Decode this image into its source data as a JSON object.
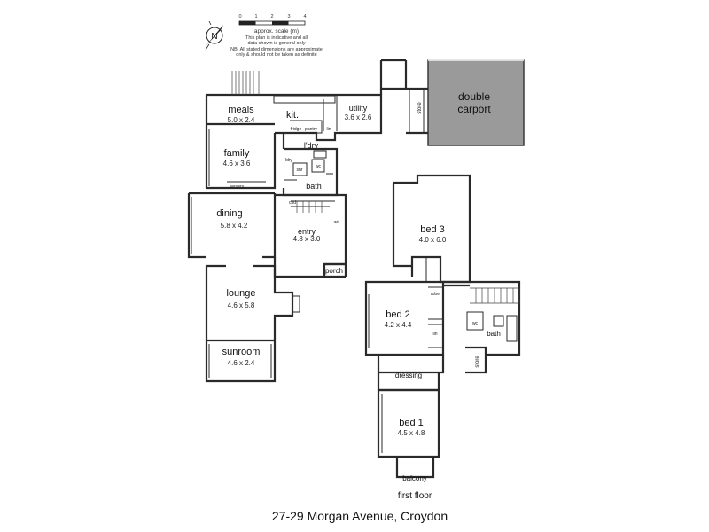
{
  "scale": {
    "ticks": [
      "0",
      "1",
      "2",
      "3",
      "4"
    ],
    "label": "approx. scale (m)",
    "disclaimer_lines": [
      "This plan is indicative and all",
      "data shown is general only",
      "NB: All stated dimensions are approximate",
      "only & should not be taken as definite"
    ]
  },
  "compass": {
    "letter": "N"
  },
  "ground_floor": {
    "meals": {
      "name": "meals",
      "dims": "5.0 x 2.4"
    },
    "kitchen": {
      "name": "kit."
    },
    "utility": {
      "name": "utility",
      "dims": "3.6 x 2.6"
    },
    "family": {
      "name": "family",
      "dims": "4.6 x 3.6"
    },
    "dining": {
      "name": "dining",
      "dims": "5.8 x 4.2"
    },
    "entry": {
      "name": "entry",
      "dims": "4.8 x 3.0"
    },
    "lounge": {
      "name": "lounge",
      "dims": "4.6 x 5.8"
    },
    "sunroom": {
      "name": "sunroom",
      "dims": "4.6 x 2.4"
    },
    "laundry": {
      "name": "l'dry"
    },
    "bath": {
      "name": "bath"
    },
    "porch": {
      "name": "porch"
    },
    "carport": {
      "name_line1": "double",
      "name_line2": "carport"
    },
    "store": {
      "name": "store"
    },
    "small_labels": {
      "fridge": "fridge",
      "pantry": "pantry",
      "linen": "lin",
      "ldry": "ldry",
      "cupboard": "cbd",
      "robe": "wir",
      "servery": "servery",
      "wc": "wc",
      "shower": "shr"
    }
  },
  "first_floor": {
    "bed3": {
      "name": "bed 3",
      "dims": "4.0 x 6.0"
    },
    "bed2": {
      "name": "bed 2",
      "dims": "4.2 x 4.4"
    },
    "bed1": {
      "name": "bed 1",
      "dims": "4.5 x 4.8"
    },
    "bath": {
      "name": "bath"
    },
    "dressing": {
      "name": "dressing"
    },
    "balcony": {
      "name": "balcony"
    },
    "store": {
      "name": "store"
    },
    "level_label": "first floor",
    "small_labels": {
      "robe": "robe",
      "linen": "lin",
      "wc": "wc"
    }
  },
  "caption": "27-29 Morgan Avenue, Croydon"
}
